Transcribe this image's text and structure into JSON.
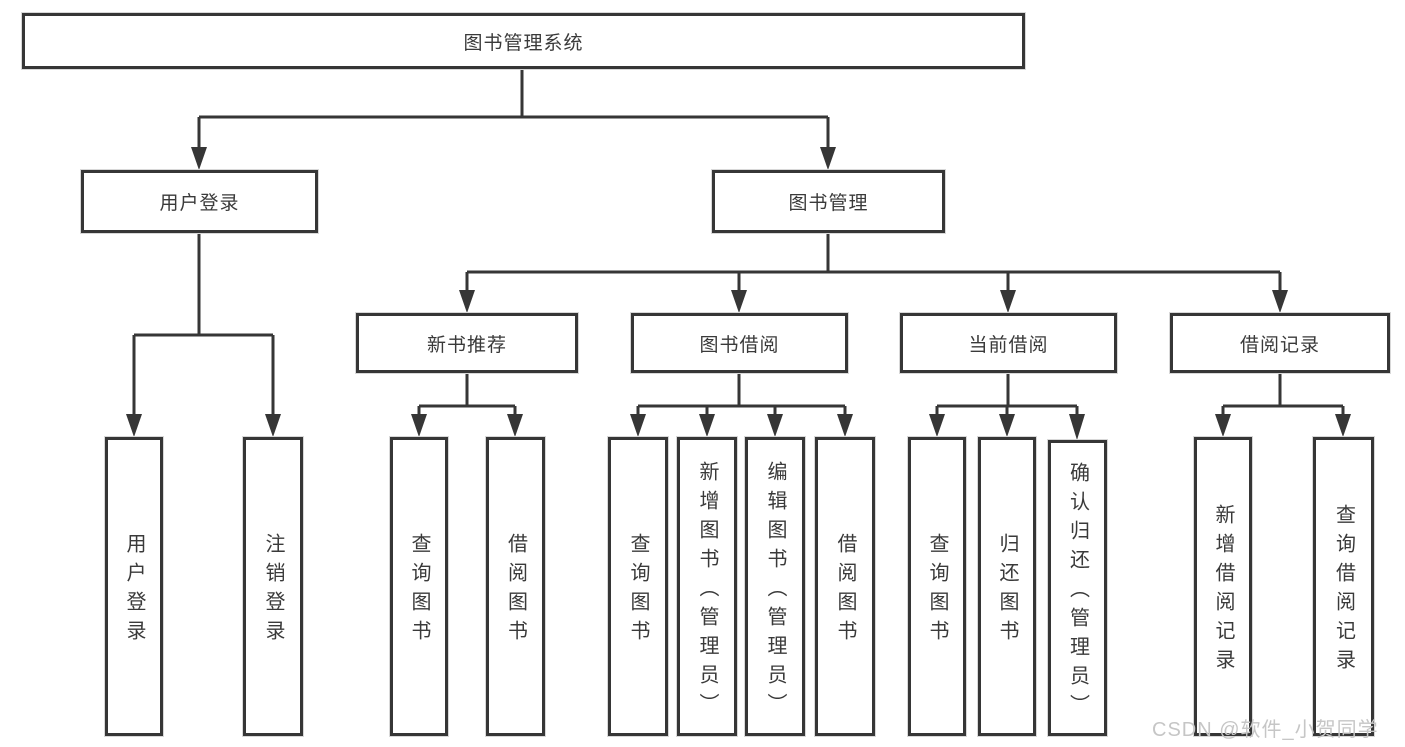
{
  "diagram": {
    "type": "hierarchy-tree",
    "tree": {
      "label": "图书管理系统",
      "children": [
        {
          "label": "用户登录",
          "children": [
            {
              "label": "用户登录"
            },
            {
              "label": "注销登录"
            }
          ]
        },
        {
          "label": "图书管理",
          "children": [
            {
              "label": "新书推荐",
              "children": [
                {
                  "label": "查询图书"
                },
                {
                  "label": "借阅图书"
                }
              ]
            },
            {
              "label": "图书借阅",
              "children": [
                {
                  "label": "查询图书"
                },
                {
                  "label": "新增图书（管理员）"
                },
                {
                  "label": "编辑图书（管理员）"
                },
                {
                  "label": "借阅图书"
                }
              ]
            },
            {
              "label": "当前借阅",
              "children": [
                {
                  "label": "查询图书"
                },
                {
                  "label": "归还图书"
                },
                {
                  "label": "确认归还（管理员）"
                }
              ]
            },
            {
              "label": "借阅记录",
              "children": [
                {
                  "label": "新增借阅记录"
                },
                {
                  "label": "查询借阅记录"
                }
              ]
            }
          ]
        }
      ]
    },
    "colors": {
      "line": "#363636",
      "text": "#3a3a3a",
      "box_fill": "#ffffff",
      "background": "#ffffff",
      "watermark": "#c6c6c6"
    }
  },
  "watermark": "CSDN @软件_小贺同学"
}
